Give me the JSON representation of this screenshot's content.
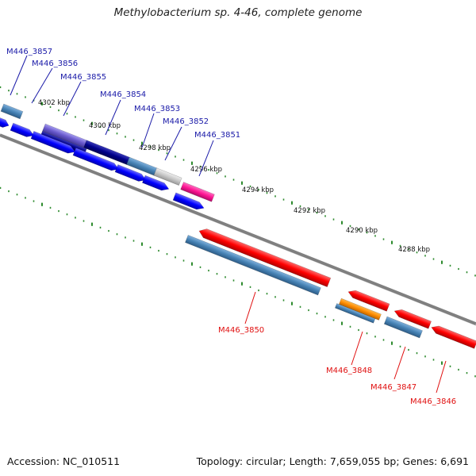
{
  "title": "Methylobacterium sp. 4-46, complete genome",
  "footer": {
    "accession": "Accession: NC_010511",
    "summary": "Topology: circular; Length: 7,659,055 bp; Genes: 6,691"
  },
  "scale_labels": [
    "4302 kbp",
    "4300 kbp",
    "4298 kbp",
    "4296 kbp",
    "4294 kbp",
    "4292 kbp",
    "4290 kbp",
    "4288 kbp"
  ],
  "forward_gene_labels": [
    "M446_3857",
    "M446_3856",
    "M446_3855",
    "M446_3854",
    "M446_3853",
    "M446_3852",
    "M446_3851"
  ],
  "reverse_gene_labels": [
    "M446_3850",
    "M446_3848",
    "M446_3847",
    "M446_3846"
  ],
  "colors": {
    "backbone": "#808080",
    "forward_cds": "#0000ff",
    "reverse_cds": "#ff0000",
    "gene": "#4682b4",
    "tick": "#008000",
    "pseudo_rrna": "#ff1493",
    "orange_feature": "#ff8c00",
    "dark_feature": "#00008b"
  }
}
